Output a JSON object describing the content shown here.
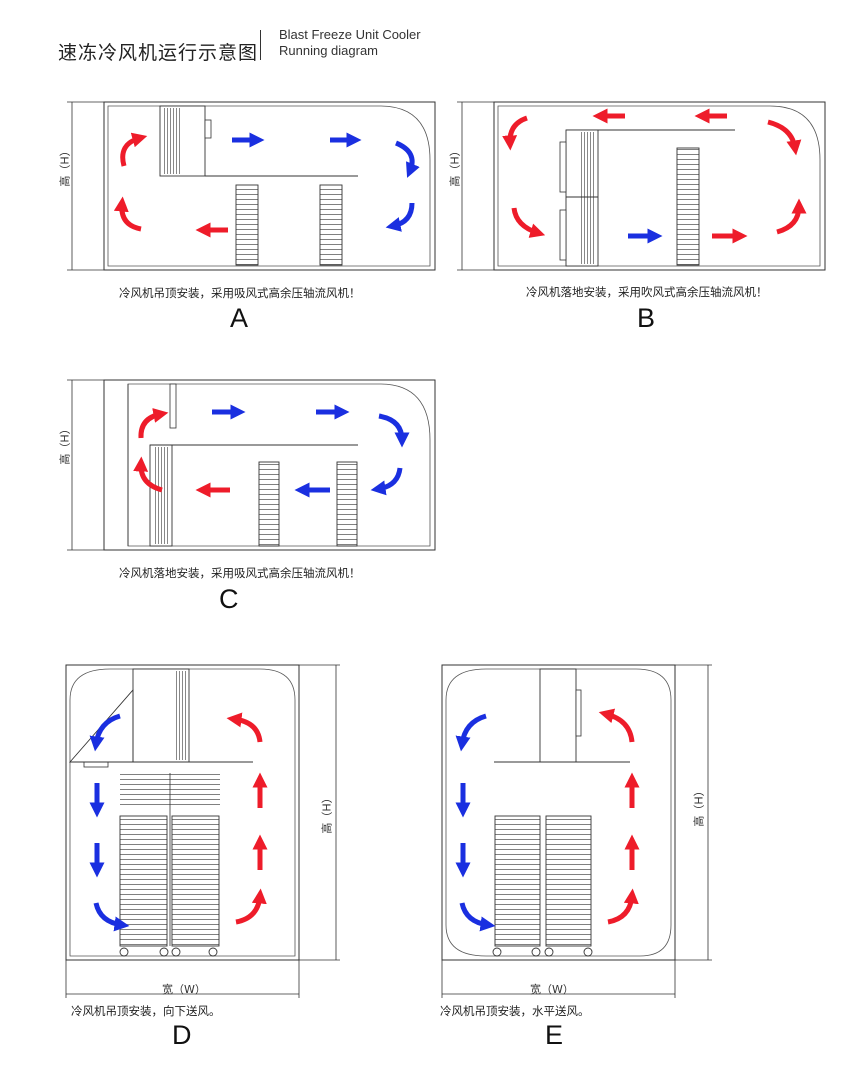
{
  "header": {
    "title_cn": "速冻冷风机运行示意图",
    "title_en_line1": "Blast Freeze Unit  Cooler",
    "title_en_line2": "Running diagram"
  },
  "dimension_labels": {
    "height": "高（H）",
    "width": "宽（W）"
  },
  "diagrams": [
    {
      "letter": "A",
      "caption": "冷风机吊顶安装，采用吸风式高余压轴流风机！"
    },
    {
      "letter": "B",
      "caption": "冷风机落地安装，采用吹风式高余压轴流风机！"
    },
    {
      "letter": "C",
      "caption": "冷风机落地安装，采用吸风式高余压轴流风机！"
    },
    {
      "letter": "D",
      "caption": "冷风机吊顶安装，向下送风。"
    },
    {
      "letter": "E",
      "caption": "冷风机吊顶安装，水平送风。"
    }
  ],
  "colors": {
    "cold_air": "#1a2fe0",
    "warm_air": "#ee1c2a",
    "line": "#333333"
  }
}
